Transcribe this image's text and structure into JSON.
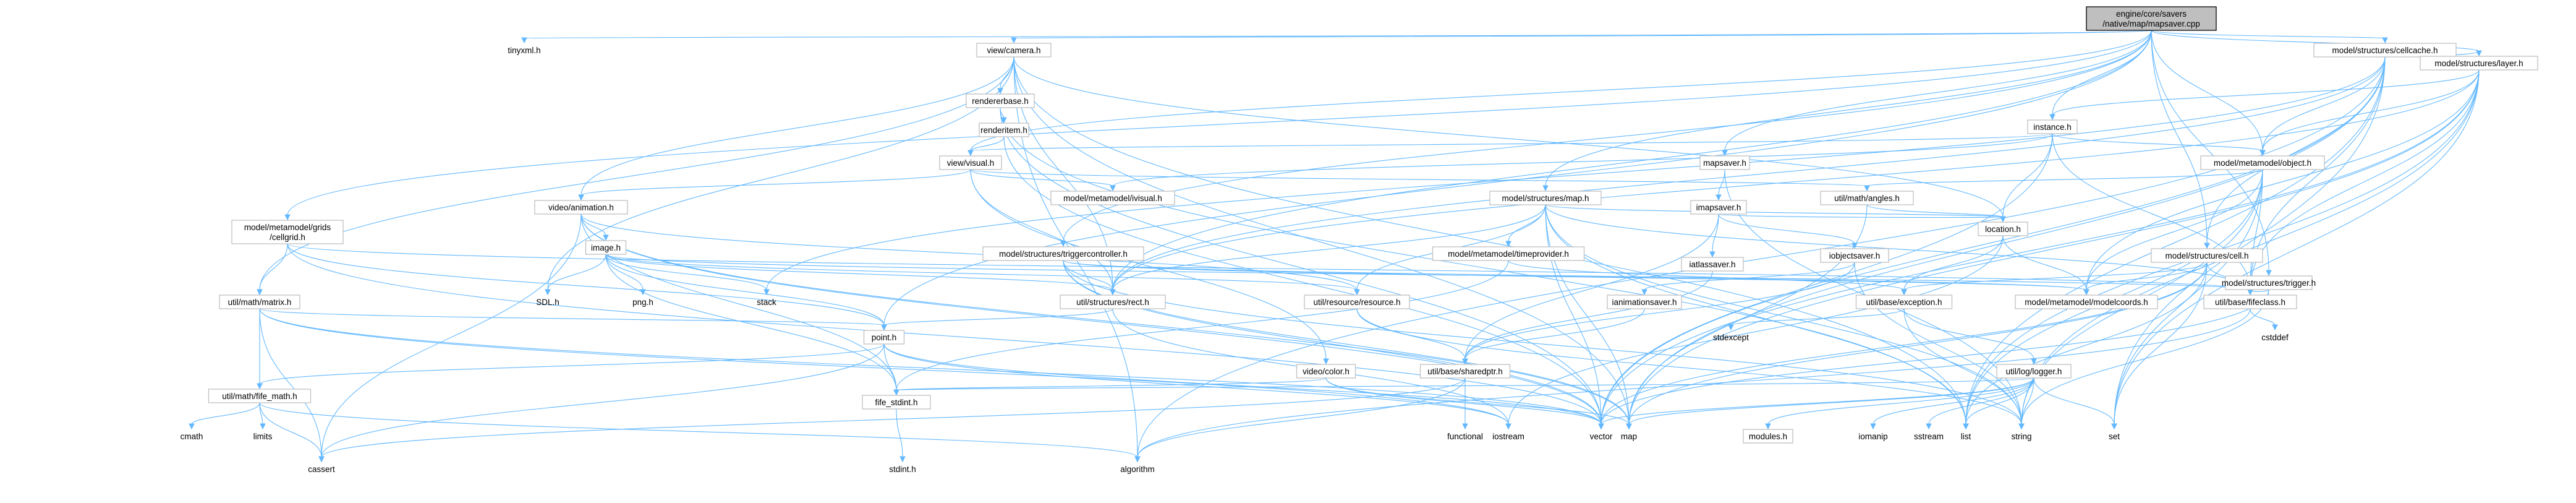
{
  "title": "engine/core/savers/native/map/mapsaver.cpp",
  "colors": {
    "node_border": "#bfbfbf",
    "root_fill": "#bfbfbf",
    "edge": "#63b8ff",
    "text": "#000000"
  },
  "nodes": [
    {
      "id": "root",
      "lines": [
        "engine/core/savers",
        "/native/map/mapsaver.cpp"
      ],
      "kind": "root"
    },
    {
      "id": "tinyxml",
      "lines": [
        "tinyxml.h"
      ],
      "kind": "bare"
    },
    {
      "id": "camera",
      "lines": [
        "view/camera.h"
      ],
      "kind": "file"
    },
    {
      "id": "cellcache",
      "lines": [
        "model/structures/cellcache.h"
      ],
      "kind": "file"
    },
    {
      "id": "layer",
      "lines": [
        "model/structures/layer.h"
      ],
      "kind": "file"
    },
    {
      "id": "instance",
      "lines": [
        "instance.h"
      ],
      "kind": "file"
    },
    {
      "id": "rendererbase",
      "lines": [
        "rendererbase.h"
      ],
      "kind": "file"
    },
    {
      "id": "renderitem",
      "lines": [
        "renderitem.h"
      ],
      "kind": "file"
    },
    {
      "id": "visual",
      "lines": [
        "view/visual.h"
      ],
      "kind": "file"
    },
    {
      "id": "mapsaverh",
      "lines": [
        "mapsaver.h"
      ],
      "kind": "file"
    },
    {
      "id": "object",
      "lines": [
        "model/metamodel/object.h"
      ],
      "kind": "file"
    },
    {
      "id": "ivisual",
      "lines": [
        "model/metamodel/ivisual.h"
      ],
      "kind": "file"
    },
    {
      "id": "angles",
      "lines": [
        "util/math/angles.h"
      ],
      "kind": "file"
    },
    {
      "id": "animation",
      "lines": [
        "video/animation.h"
      ],
      "kind": "file"
    },
    {
      "id": "cellgrid",
      "lines": [
        "model/metamodel/grids",
        "/cellgrid.h"
      ],
      "kind": "file"
    },
    {
      "id": "imapsaver",
      "lines": [
        "imapsaver.h"
      ],
      "kind": "file"
    },
    {
      "id": "map",
      "lines": [
        "model/structures/map.h"
      ],
      "kind": "file"
    },
    {
      "id": "location",
      "lines": [
        "location.h"
      ],
      "kind": "file"
    },
    {
      "id": "image",
      "lines": [
        "image.h"
      ],
      "kind": "file"
    },
    {
      "id": "triggercontroller",
      "lines": [
        "model/structures/triggercontroller.h"
      ],
      "kind": "file"
    },
    {
      "id": "timeprovider",
      "lines": [
        "model/metamodel/timeprovider.h"
      ],
      "kind": "file"
    },
    {
      "id": "iatlassaver",
      "lines": [
        "iatlassaver.h"
      ],
      "kind": "file"
    },
    {
      "id": "iobjectsaver",
      "lines": [
        "iobjectsaver.h"
      ],
      "kind": "file"
    },
    {
      "id": "cell",
      "lines": [
        "model/structures/cell.h"
      ],
      "kind": "file"
    },
    {
      "id": "trigger",
      "lines": [
        "model/structures/trigger.h"
      ],
      "kind": "file"
    },
    {
      "id": "matrix",
      "lines": [
        "util/math/matrix.h"
      ],
      "kind": "file"
    },
    {
      "id": "sdl",
      "lines": [
        "SDL.h"
      ],
      "kind": "bare"
    },
    {
      "id": "png",
      "lines": [
        "png.h"
      ],
      "kind": "bare"
    },
    {
      "id": "stack",
      "lines": [
        "stack"
      ],
      "kind": "bare"
    },
    {
      "id": "rect",
      "lines": [
        "util/structures/rect.h"
      ],
      "kind": "file"
    },
    {
      "id": "resource",
      "lines": [
        "util/resource/resource.h"
      ],
      "kind": "file"
    },
    {
      "id": "ianimationsaver",
      "lines": [
        "ianimationsaver.h"
      ],
      "kind": "file"
    },
    {
      "id": "exception",
      "lines": [
        "util/base/exception.h"
      ],
      "kind": "file"
    },
    {
      "id": "modelcoords",
      "lines": [
        "model/metamodel/modelcoords.h"
      ],
      "kind": "file"
    },
    {
      "id": "fifeclass",
      "lines": [
        "util/base/fifeclass.h"
      ],
      "kind": "file"
    },
    {
      "id": "cstddef",
      "lines": [
        "cstddef"
      ],
      "kind": "bare"
    },
    {
      "id": "stdexcept",
      "lines": [
        "stdexcept"
      ],
      "kind": "bare"
    },
    {
      "id": "point",
      "lines": [
        "point.h"
      ],
      "kind": "file"
    },
    {
      "id": "color",
      "lines": [
        "video/color.h"
      ],
      "kind": "file"
    },
    {
      "id": "sharedptr",
      "lines": [
        "util/base/sharedptr.h"
      ],
      "kind": "file"
    },
    {
      "id": "logger",
      "lines": [
        "util/log/logger.h"
      ],
      "kind": "file"
    },
    {
      "id": "fifemath",
      "lines": [
        "util/math/fife_math.h"
      ],
      "kind": "file"
    },
    {
      "id": "fifestdint",
      "lines": [
        "fife_stdint.h"
      ],
      "kind": "file"
    },
    {
      "id": "iostream",
      "lines": [
        "iostream"
      ],
      "kind": "bare"
    },
    {
      "id": "vector",
      "lines": [
        "vector"
      ],
      "kind": "bare"
    },
    {
      "id": "mapstd",
      "lines": [
        "map"
      ],
      "kind": "bare"
    },
    {
      "id": "modules",
      "lines": [
        "modules.h"
      ],
      "kind": "file"
    },
    {
      "id": "iomanip",
      "lines": [
        "iomanip"
      ],
      "kind": "bare"
    },
    {
      "id": "sstream",
      "lines": [
        "sstream"
      ],
      "kind": "bare"
    },
    {
      "id": "list",
      "lines": [
        "list"
      ],
      "kind": "bare"
    },
    {
      "id": "string",
      "lines": [
        "string"
      ],
      "kind": "bare"
    },
    {
      "id": "set",
      "lines": [
        "set"
      ],
      "kind": "bare"
    },
    {
      "id": "functional",
      "lines": [
        "functional"
      ],
      "kind": "bare"
    },
    {
      "id": "cmath",
      "lines": [
        "cmath"
      ],
      "kind": "bare"
    },
    {
      "id": "limits",
      "lines": [
        "limits"
      ],
      "kind": "bare"
    },
    {
      "id": "cassert",
      "lines": [
        "cassert"
      ],
      "kind": "bare"
    },
    {
      "id": "algorithm",
      "lines": [
        "algorithm"
      ],
      "kind": "bare"
    },
    {
      "id": "stdinth",
      "lines": [
        "stdint.h"
      ],
      "kind": "bare"
    }
  ],
  "edges": [
    [
      "root",
      "tinyxml"
    ],
    [
      "root",
      "camera"
    ],
    [
      "root",
      "cellcache"
    ],
    [
      "root",
      "layer"
    ],
    [
      "root",
      "instance"
    ],
    [
      "root",
      "visual"
    ],
    [
      "root",
      "mapsaverh"
    ],
    [
      "root",
      "object"
    ],
    [
      "root",
      "map"
    ],
    [
      "root",
      "cellgrid"
    ],
    [
      "root",
      "triggercontroller"
    ],
    [
      "root",
      "cell"
    ],
    [
      "root",
      "trigger"
    ],
    [
      "root",
      "point"
    ],
    [
      "root",
      "rect"
    ],
    [
      "camera",
      "rendererbase"
    ],
    [
      "camera",
      "animation"
    ],
    [
      "camera",
      "matrix"
    ],
    [
      "camera",
      "rect"
    ],
    [
      "camera",
      "sdl"
    ],
    [
      "camera",
      "location"
    ],
    [
      "camera",
      "mapstd"
    ],
    [
      "camera",
      "algorithm"
    ],
    [
      "camera",
      "list"
    ],
    [
      "rendererbase",
      "renderitem"
    ],
    [
      "rendererbase",
      "list"
    ],
    [
      "rendererbase",
      "vector"
    ],
    [
      "renderitem",
      "visual"
    ],
    [
      "renderitem",
      "vector"
    ],
    [
      "cellcache",
      "layer"
    ],
    [
      "cellcache",
      "object"
    ],
    [
      "cellcache",
      "cell"
    ],
    [
      "cellcache",
      "fifeclass"
    ],
    [
      "cellcache",
      "rect"
    ],
    [
      "cellcache",
      "stack"
    ],
    [
      "cellcache",
      "set"
    ],
    [
      "cellcache",
      "mapstd"
    ],
    [
      "cellcache",
      "vector"
    ],
    [
      "cellcache",
      "algorithm"
    ],
    [
      "cellcache",
      "list"
    ],
    [
      "layer",
      "instance"
    ],
    [
      "layer",
      "object"
    ],
    [
      "layer",
      "fifeclass"
    ],
    [
      "layer",
      "modelcoords"
    ],
    [
      "layer",
      "list"
    ],
    [
      "layer",
      "set"
    ],
    [
      "layer",
      "string"
    ],
    [
      "layer",
      "vector"
    ],
    [
      "layer",
      "mapstd"
    ],
    [
      "layer",
      "rect"
    ],
    [
      "instance",
      "visual"
    ],
    [
      "instance",
      "object"
    ],
    [
      "instance",
      "location"
    ],
    [
      "instance",
      "fifeclass"
    ],
    [
      "instance",
      "vector"
    ],
    [
      "instance",
      "ivisual"
    ],
    [
      "visual",
      "ivisual"
    ],
    [
      "visual",
      "animation"
    ],
    [
      "visual",
      "color"
    ],
    [
      "visual",
      "angles"
    ],
    [
      "visual",
      "rect"
    ],
    [
      "mapsaverh",
      "imapsaver"
    ],
    [
      "mapsaverh",
      "string"
    ],
    [
      "object",
      "angles"
    ],
    [
      "object",
      "modelcoords"
    ],
    [
      "object",
      "fifeclass"
    ],
    [
      "object",
      "string"
    ],
    [
      "object",
      "list"
    ],
    [
      "object",
      "set"
    ],
    [
      "angles",
      "location"
    ],
    [
      "angles",
      "mapstd"
    ],
    [
      "animation",
      "image"
    ],
    [
      "animation",
      "resource"
    ],
    [
      "animation",
      "fifestdint"
    ],
    [
      "animation",
      "vector"
    ],
    [
      "animation",
      "mapstd"
    ],
    [
      "animation",
      "cassert"
    ],
    [
      "image",
      "sdl"
    ],
    [
      "image",
      "png"
    ],
    [
      "image",
      "stack"
    ],
    [
      "image",
      "resource"
    ],
    [
      "image",
      "rect"
    ],
    [
      "image",
      "point"
    ],
    [
      "image",
      "fifestdint"
    ],
    [
      "image",
      "modelcoords"
    ],
    [
      "cellgrid",
      "matrix"
    ],
    [
      "cellgrid",
      "point"
    ],
    [
      "cellgrid",
      "fifeclass"
    ],
    [
      "cellgrid",
      "vector"
    ],
    [
      "imapsaver",
      "location"
    ],
    [
      "imapsaver",
      "iatlassaver"
    ],
    [
      "imapsaver",
      "iobjectsaver"
    ],
    [
      "imapsaver",
      "sharedptr"
    ],
    [
      "iatlassaver",
      "sharedptr"
    ],
    [
      "iobjectsaver",
      "ianimationsaver"
    ],
    [
      "iobjectsaver",
      "sharedptr"
    ],
    [
      "iobjectsaver",
      "string"
    ],
    [
      "ianimationsaver",
      "sharedptr"
    ],
    [
      "map",
      "timeprovider"
    ],
    [
      "map",
      "location"
    ],
    [
      "map",
      "rect"
    ],
    [
      "map",
      "fifeclass"
    ],
    [
      "map",
      "list"
    ],
    [
      "map",
      "string"
    ],
    [
      "map",
      "vector"
    ],
    [
      "map",
      "mapstd"
    ],
    [
      "map",
      "resource"
    ],
    [
      "timeprovider",
      "fifestdint"
    ],
    [
      "timeprovider",
      "exception"
    ],
    [
      "location",
      "modelcoords"
    ],
    [
      "location",
      "exception"
    ],
    [
      "location",
      "iostream"
    ],
    [
      "triggercontroller",
      "rect"
    ],
    [
      "triggercontroller",
      "modelcoords"
    ],
    [
      "triggercontroller",
      "fifeclass"
    ],
    [
      "triggercontroller",
      "vector"
    ],
    [
      "triggercontroller",
      "mapstd"
    ],
    [
      "triggercontroller",
      "string"
    ],
    [
      "cell",
      "fifeclass"
    ],
    [
      "cell",
      "modelcoords"
    ],
    [
      "cell",
      "set"
    ],
    [
      "cell",
      "vector"
    ],
    [
      "cell",
      "mapstd"
    ],
    [
      "cell",
      "list"
    ],
    [
      "cell",
      "exception"
    ],
    [
      "trigger",
      "fifeclass"
    ],
    [
      "trigger",
      "string"
    ],
    [
      "trigger",
      "vector"
    ],
    [
      "matrix",
      "point"
    ],
    [
      "matrix",
      "fifemath"
    ],
    [
      "matrix",
      "cassert"
    ],
    [
      "matrix",
      "iostream"
    ],
    [
      "matrix",
      "vector"
    ],
    [
      "rect",
      "point"
    ],
    [
      "rect",
      "iostream"
    ],
    [
      "resource",
      "sharedptr"
    ],
    [
      "resource",
      "string"
    ],
    [
      "exception",
      "stdexcept"
    ],
    [
      "exception",
      "string"
    ],
    [
      "exception",
      "logger"
    ],
    [
      "fifeclass",
      "cstddef"
    ],
    [
      "fifeclass",
      "algorithm"
    ],
    [
      "point",
      "fifemath"
    ],
    [
      "point",
      "fifestdint"
    ],
    [
      "point",
      "iostream"
    ],
    [
      "point",
      "vector"
    ],
    [
      "point",
      "cassert"
    ],
    [
      "color",
      "fifestdint"
    ],
    [
      "color",
      "vector"
    ],
    [
      "color",
      "mapstd"
    ],
    [
      "sharedptr",
      "algorithm"
    ],
    [
      "sharedptr",
      "functional"
    ],
    [
      "sharedptr",
      "cassert"
    ],
    [
      "logger",
      "modules"
    ],
    [
      "logger",
      "iomanip"
    ],
    [
      "logger",
      "sstream"
    ],
    [
      "logger",
      "list"
    ],
    [
      "logger",
      "string"
    ],
    [
      "logger",
      "vector"
    ],
    [
      "logger",
      "set"
    ],
    [
      "logger",
      "mapstd"
    ],
    [
      "logger",
      "fifestdint"
    ],
    [
      "fifemath",
      "cmath"
    ],
    [
      "fifemath",
      "limits"
    ],
    [
      "fifemath",
      "cassert"
    ],
    [
      "fifemath",
      "algorithm"
    ],
    [
      "fifestdint",
      "stdinth"
    ]
  ]
}
